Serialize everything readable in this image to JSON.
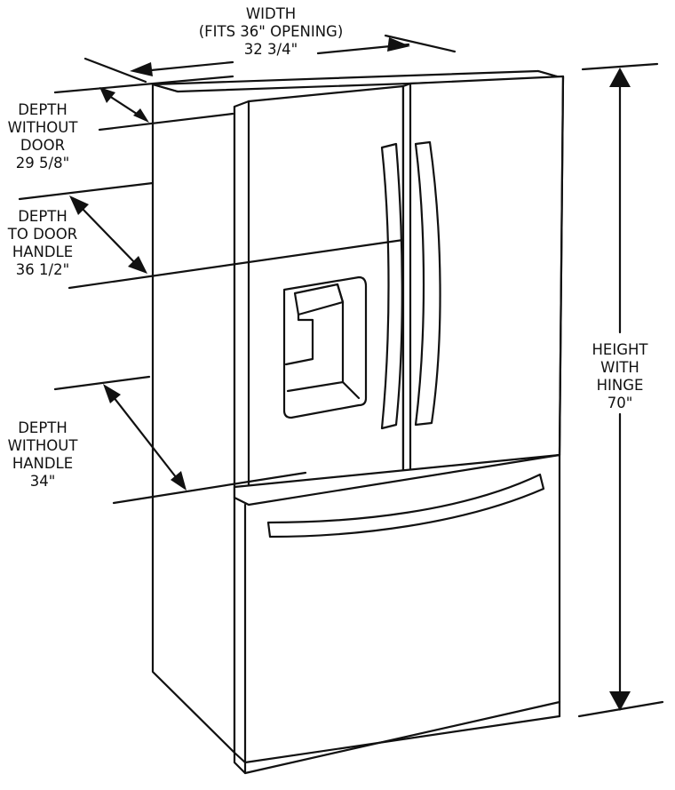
{
  "labels": {
    "width": {
      "line1": "WIDTH",
      "line2": "(FITS 36\" OPENING)",
      "line3": "32 3/4\""
    },
    "depth_without_door": {
      "line1": "DEPTH",
      "line2": "WITHOUT",
      "line3": "DOOR",
      "line4": "29 5/8\""
    },
    "depth_to_door_handle": {
      "line1": "DEPTH",
      "line2": "TO DOOR",
      "line3": "HANDLE",
      "line4": "36 1/2\""
    },
    "depth_without_handle": {
      "line1": "DEPTH",
      "line2": "WITHOUT",
      "line3": "HANDLE",
      "line4": "34\""
    },
    "height_with_hinge": {
      "line1": "HEIGHT",
      "line2": "WITH",
      "line3": "HINGE",
      "line4": "70\""
    }
  }
}
